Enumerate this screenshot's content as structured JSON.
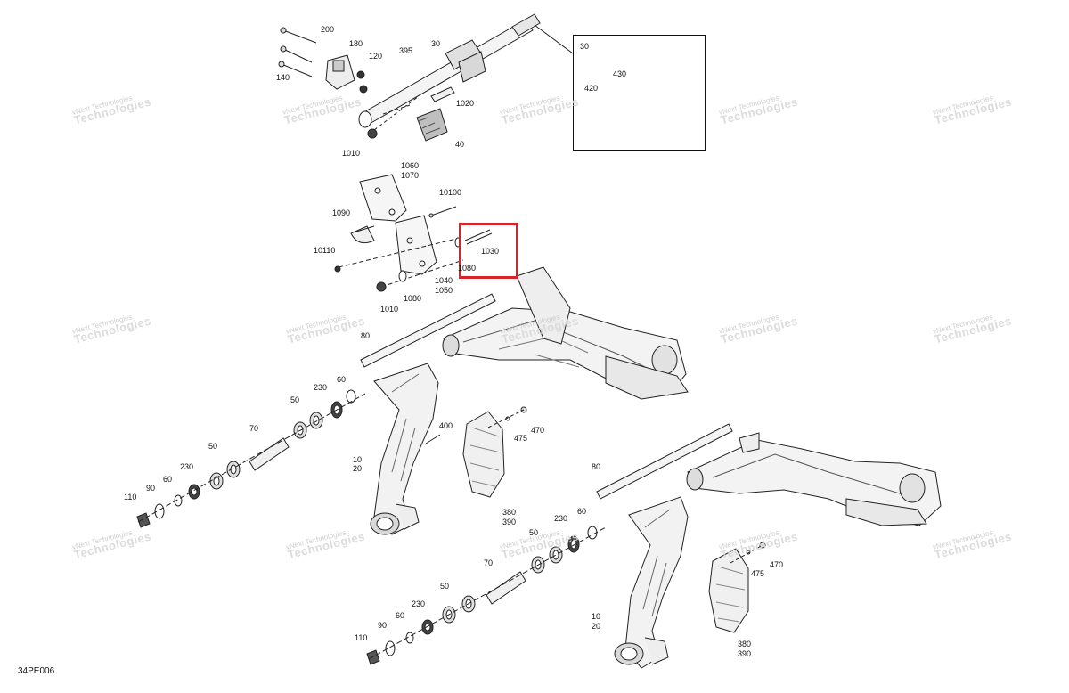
{
  "diagram_code": "34PE006",
  "watermark": {
    "line1": "vNext Technologies",
    "line2": "Technologies"
  },
  "colors": {
    "highlight": "#d8232a",
    "line": "#222222",
    "watermark": "#c9c9c9"
  },
  "inset": {
    "title": "30",
    "labels": [
      "420",
      "430"
    ]
  },
  "labels": {
    "l200": "200",
    "l180": "180",
    "l120": "120",
    "l395": "395",
    "l30": "30",
    "l140": "140",
    "l1020": "1020",
    "l40": "40",
    "l1010a": "1010",
    "l1060": "1060",
    "l1070": "1070",
    "l10100": "10100",
    "l1090": "1090",
    "l1030": "1030",
    "l10110": "10110",
    "l1080a": "1080",
    "l1040": "1040",
    "l1050": "1050",
    "l1010b": "1010",
    "l1080b": "1080",
    "l80a": "80",
    "l230a": "230",
    "l60a": "60",
    "l50a": "50",
    "l400": "400",
    "l470a": "470",
    "l475a": "475",
    "l70a": "70",
    "l10a": "10",
    "l20a": "20",
    "l50b": "50",
    "l230b": "230",
    "l60b": "60",
    "l90a": "90",
    "l110a": "110",
    "l380a": "380",
    "l390a": "390",
    "l80b": "80",
    "l230c": "230",
    "l60c": "60",
    "l50c": "50",
    "l70b": "70",
    "l50d": "50",
    "l60d": "60",
    "l230d": "230",
    "l90b": "90",
    "l110b": "110",
    "l10b": "10",
    "l20b": "20",
    "l470b": "470",
    "l475b": "475",
    "l380b": "380",
    "l390b": "390"
  }
}
